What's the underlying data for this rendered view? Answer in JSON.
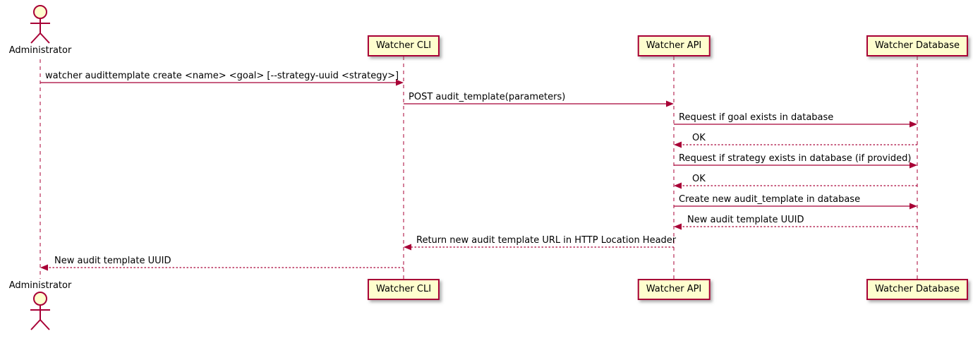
{
  "diagram": {
    "type": "sequence",
    "colors": {
      "box_fill": "#FEFECE",
      "stroke": "#A80036",
      "text": "#000000"
    },
    "actor": {
      "label": "Administrator"
    },
    "participants": [
      {
        "label": "Watcher CLI"
      },
      {
        "label": "Watcher API"
      },
      {
        "label": "Watcher Database"
      }
    ],
    "messages": [
      {
        "from": "Administrator",
        "to": "Watcher CLI",
        "line": "solid",
        "label": "watcher audittemplate create <name> <goal> [--strategy-uuid <strategy>]"
      },
      {
        "from": "Watcher CLI",
        "to": "Watcher API",
        "line": "solid",
        "label": "POST audit_template(parameters)"
      },
      {
        "from": "Watcher API",
        "to": "Watcher Database",
        "line": "solid",
        "label": "Request if goal exists in database"
      },
      {
        "from": "Watcher Database",
        "to": "Watcher API",
        "line": "dashed",
        "label": "OK"
      },
      {
        "from": "Watcher API",
        "to": "Watcher Database",
        "line": "solid",
        "label": "Request if strategy exists in database (if provided)"
      },
      {
        "from": "Watcher Database",
        "to": "Watcher API",
        "line": "dashed",
        "label": "OK"
      },
      {
        "from": "Watcher API",
        "to": "Watcher Database",
        "line": "solid",
        "label": "Create new audit_template in database"
      },
      {
        "from": "Watcher Database",
        "to": "Watcher API",
        "line": "dashed",
        "label": "New audit template UUID"
      },
      {
        "from": "Watcher API",
        "to": "Watcher CLI",
        "line": "dashed",
        "label": "Return new audit template URL in HTTP Location Header"
      },
      {
        "from": "Watcher CLI",
        "to": "Administrator",
        "line": "dashed",
        "label": "New audit template UUID"
      }
    ]
  }
}
